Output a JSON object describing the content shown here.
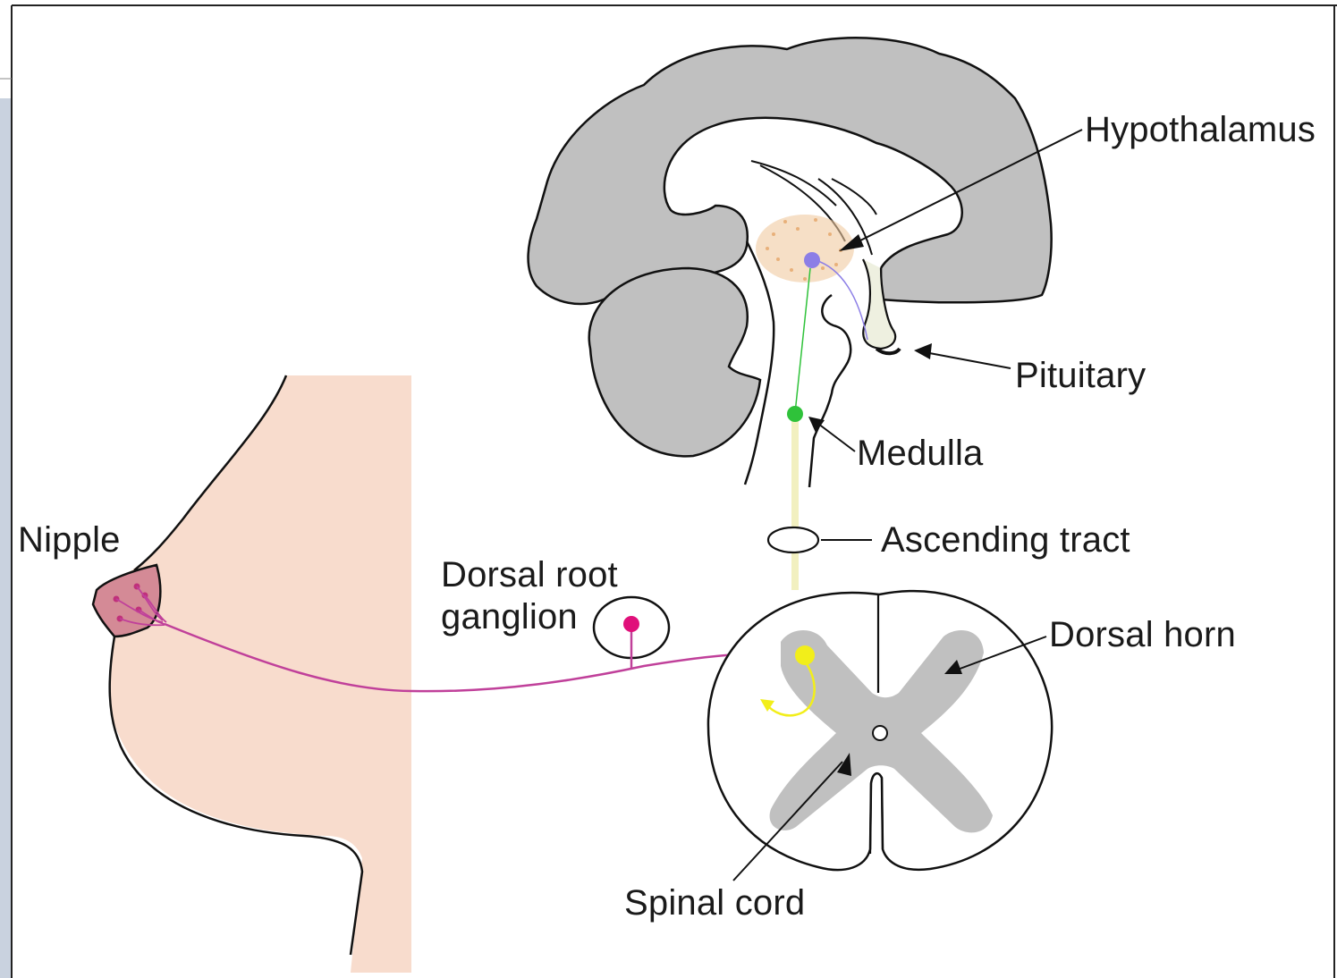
{
  "diagram": {
    "labels": {
      "hypothalamus": "Hypothalamus",
      "pituitary": "Pituitary",
      "medulla": "Medulla",
      "ascending_tract": "Ascending tract",
      "nipple": "Nipple",
      "dorsal_root_ganglion": "Dorsal root\nganglion",
      "dorsal_horn": "Dorsal horn",
      "spinal_cord": "Spinal cord"
    },
    "colors": {
      "brain_gray": "#c0c0c0",
      "skin": "#f8dccd",
      "nipple": "#d48a96",
      "sensory_nerve": "#c0409a",
      "ganglion_cell": "#e0107a",
      "dorsal_horn_neuron": "#f2ee1a",
      "ascending_tract": "#f2f0c0",
      "medulla_neuron": "#2fc23a",
      "hypothalamus_neuron": "#8c7ee6",
      "hypothalamus_area": "#f0c9a0",
      "sidebar": "#c9d2df"
    }
  }
}
